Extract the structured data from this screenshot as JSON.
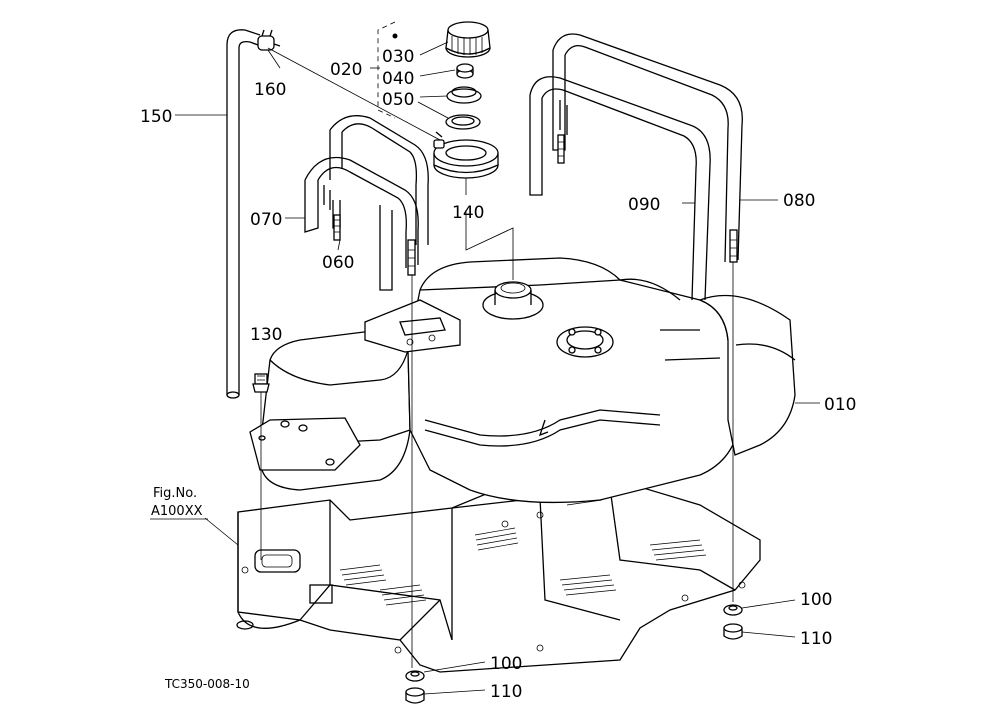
{
  "diagram": {
    "drawing_code": "TC350-008-10",
    "figure_ref": {
      "line1": "Fig.No.",
      "line2": "A100XX"
    },
    "parts": {
      "p010": "010",
      "p020": "020",
      "p030": "030",
      "p040": "040",
      "p050": "050",
      "p060": "060",
      "p070": "070",
      "p080": "080",
      "p090": "090",
      "p100a": "100",
      "p100b": "100",
      "p110a": "110",
      "p110b": "110",
      "p130": "130",
      "p140": "140",
      "p150": "150",
      "p160": "160"
    }
  }
}
